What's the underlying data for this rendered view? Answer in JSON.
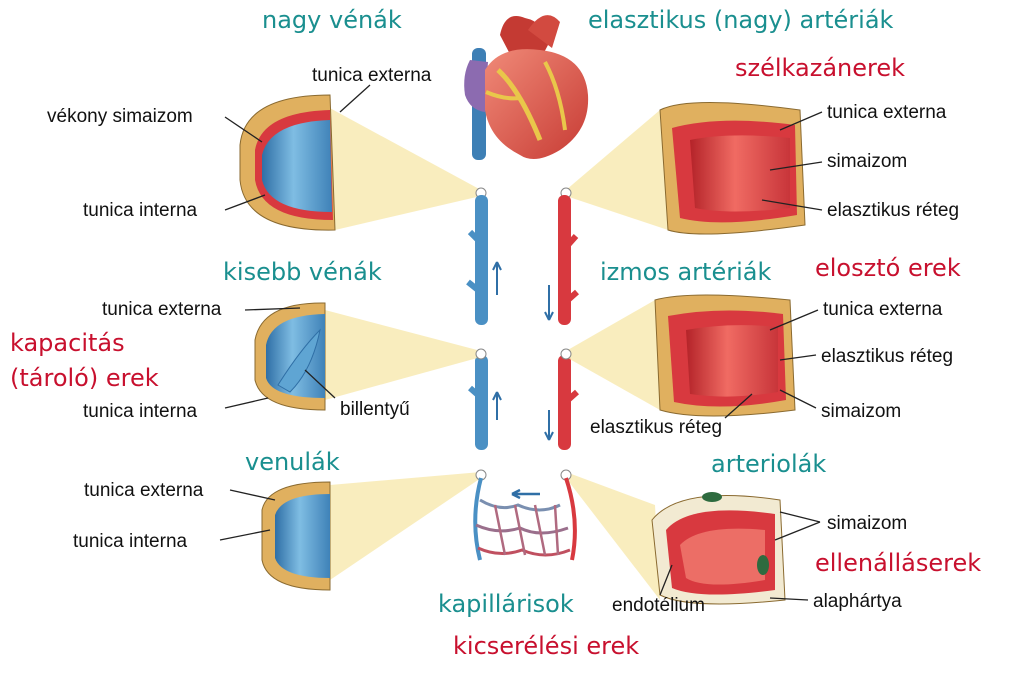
{
  "colors": {
    "vein_blue": "#4a90c4",
    "artery_red": "#d8393f",
    "category_teal": "#1a8f8f",
    "function_red": "#c8102e",
    "wedge_cream": "#f7e7a8"
  },
  "headings": {
    "large_veins": "nagy vénák",
    "elastic_arteries": "elasztikus (nagy) artériák",
    "small_veins": "kisebb vénák",
    "muscular_arteries": "izmos artériák",
    "venules": "venulák",
    "arterioles": "arteriolák",
    "capillaries": "kapillárisok"
  },
  "functions": {
    "windkessel": "szélkazánerek",
    "distribution": "elosztó erek",
    "capacity_line1": "kapacitás",
    "capacity_line2": "(tároló) erek",
    "resistance": "ellenálláserek",
    "exchange": "kicserélési erek"
  },
  "labels": {
    "large_vein_externa": "tunica externa",
    "large_vein_muscle": "vékony simaizom",
    "large_vein_interna": "tunica interna",
    "elastic_externa": "tunica externa",
    "elastic_muscle": "simaizom",
    "elastic_layer": "elasztikus réteg",
    "small_vein_externa": "tunica externa",
    "small_vein_interna": "tunica interna",
    "valve": "billentyű",
    "muscular_externa": "tunica externa",
    "muscular_elastic_outer": "elasztikus réteg",
    "muscular_muscle": "simaizom",
    "muscular_elastic_inner": "elasztikus réteg",
    "venule_externa": "tunica externa",
    "venule_interna": "tunica interna",
    "arteriole_muscle": "simaizom",
    "endothelium": "endotélium",
    "basement_membrane": "alaphártya"
  }
}
